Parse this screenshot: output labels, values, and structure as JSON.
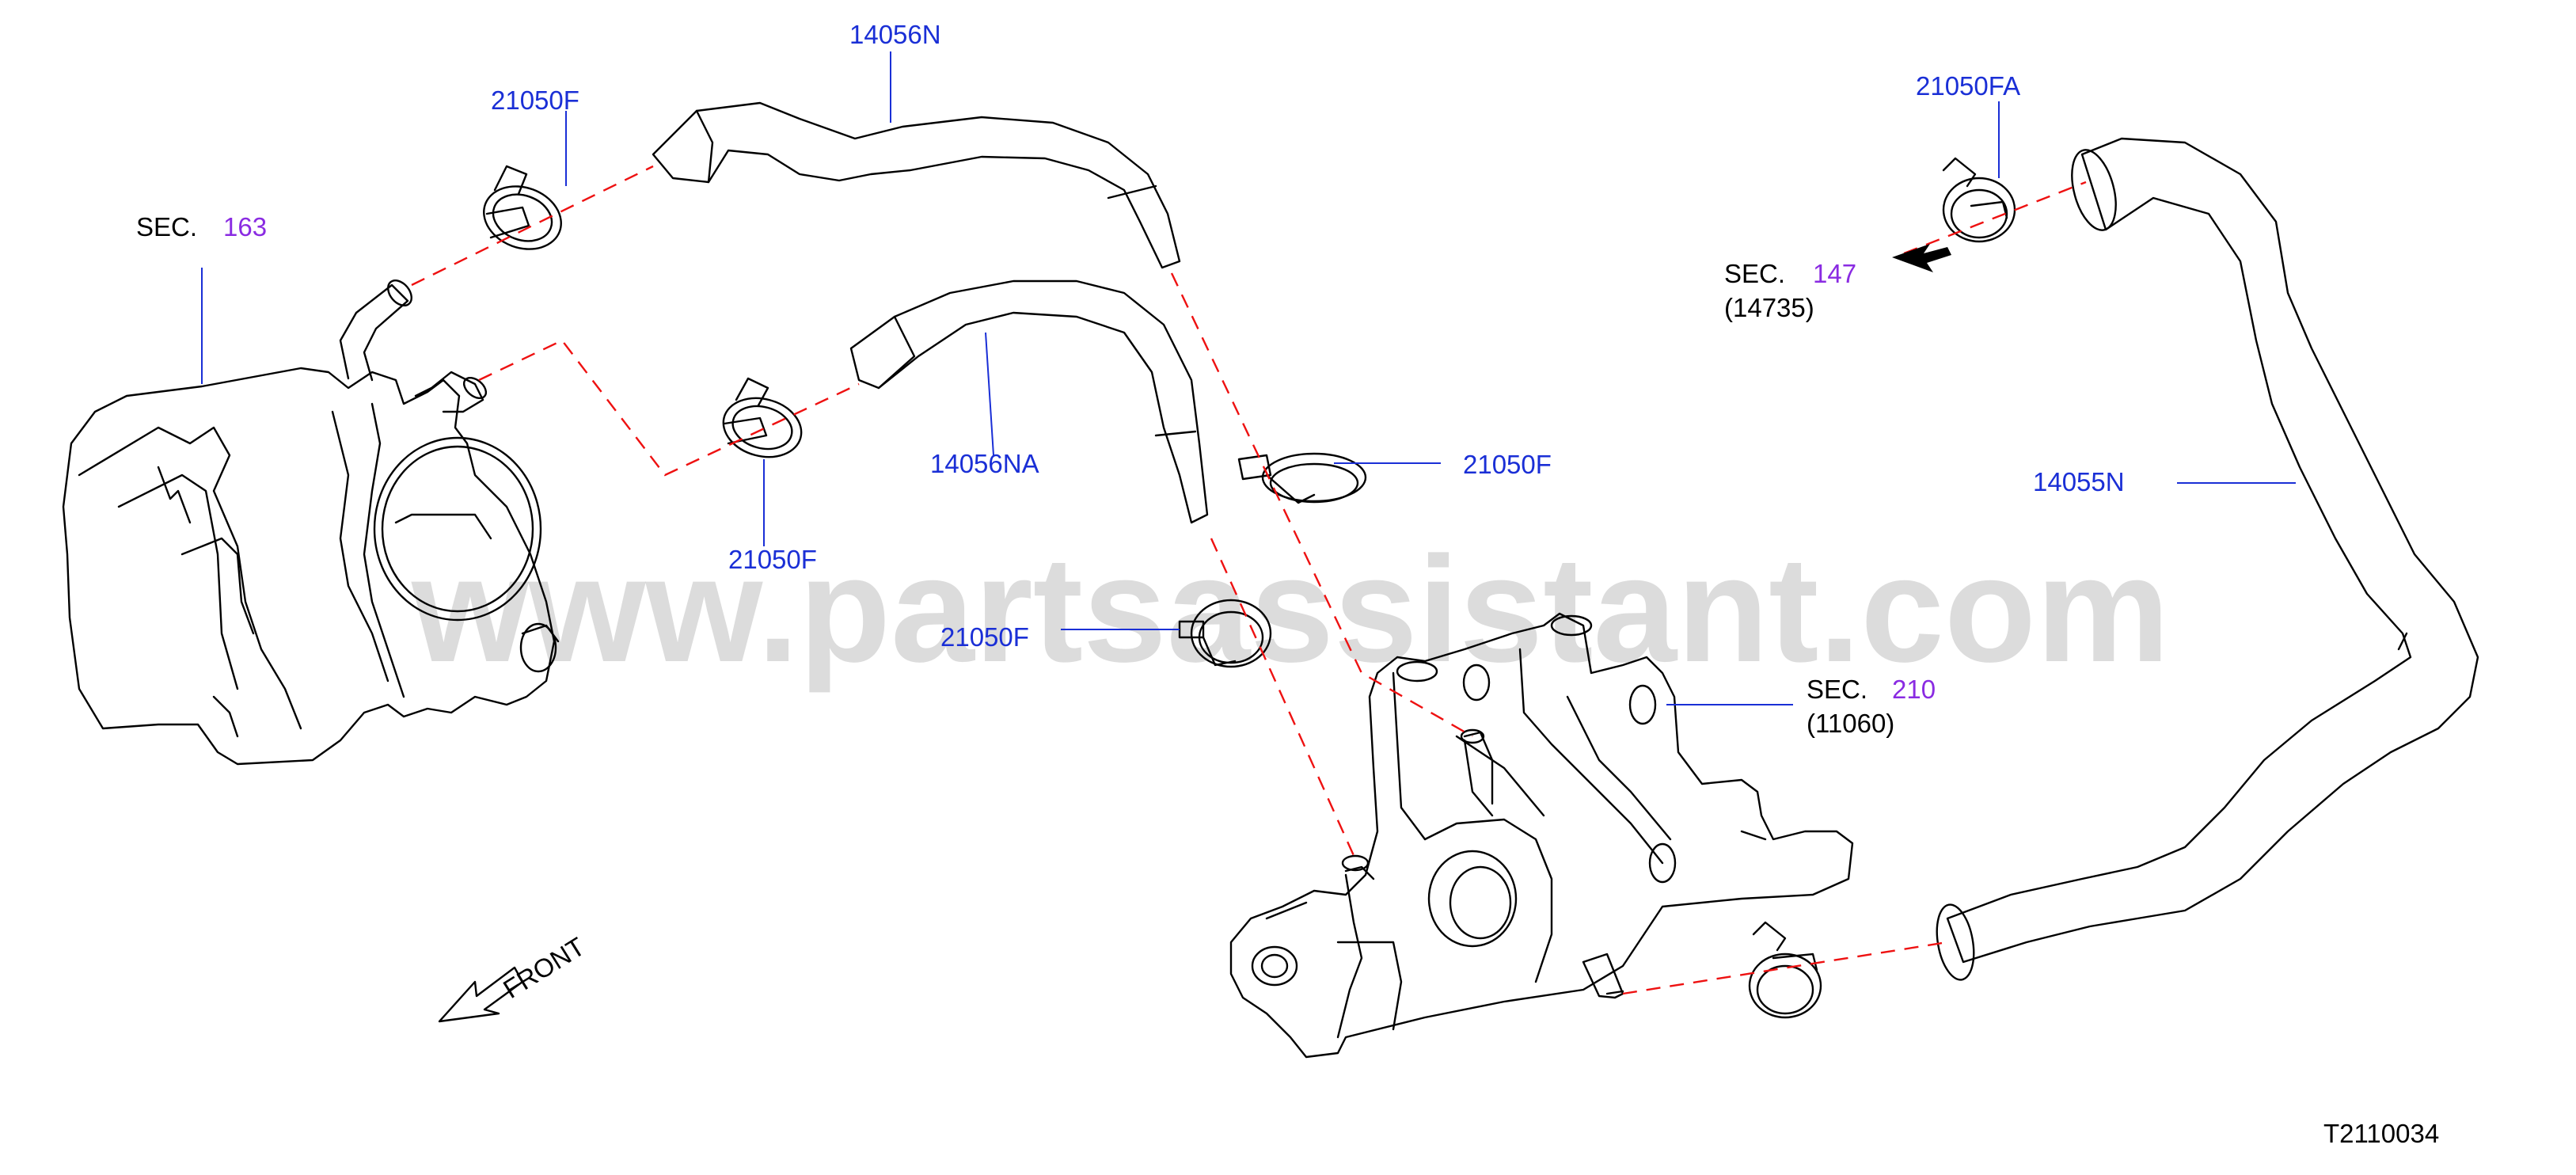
{
  "watermark": "www.partsassistant.com",
  "drawing_id": "T2110034",
  "front_label": "FRONT",
  "part_labels": {
    "hose_upper": "14056N",
    "hose_lower": "14056NA",
    "hose_large": "14055N",
    "clamp_top_left": "21050F",
    "clamp_mid_left": "21050F",
    "clamp_right_upper": "21050F",
    "clamp_right_lower": "21050F",
    "clamp_top_right": "21050FA"
  },
  "sections": {
    "sec163": {
      "prefix": "SEC.",
      "number": "163"
    },
    "sec147": {
      "prefix": "SEC.",
      "number": "147",
      "code": "(14735)"
    },
    "sec210": {
      "prefix": "SEC.",
      "number": "210",
      "code": "(11060)"
    }
  },
  "colors": {
    "part_number": "#1a2fd6",
    "section_number": "#8a2be2",
    "dashed_line": "#e11111"
  }
}
